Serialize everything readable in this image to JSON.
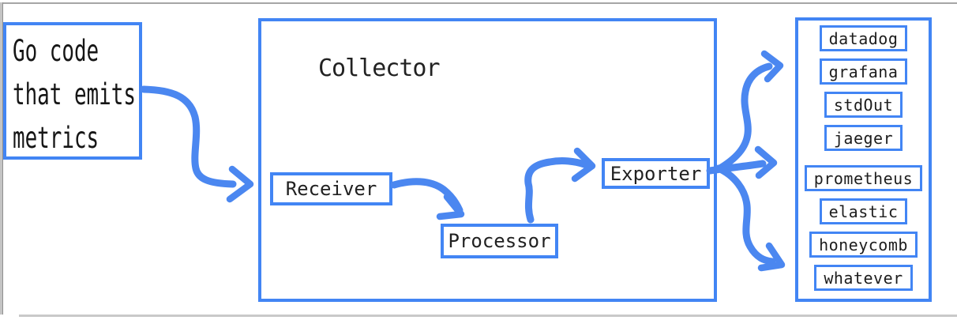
{
  "source_box": {
    "lines": [
      "Go code",
      "that emits",
      "metrics"
    ]
  },
  "collector": {
    "title": "Collector",
    "components": [
      {
        "label": "Receiver"
      },
      {
        "label": "Processor"
      },
      {
        "label": "Exporter"
      }
    ]
  },
  "sinks": [
    "datadog",
    "grafana",
    "stdOut",
    "jaeger",
    "prometheus",
    "elastic",
    "honeycomb",
    "whatever"
  ],
  "arrows": [
    "source-to-collector",
    "receiver-to-processor",
    "processor-to-exporter",
    "exporter-to-sinks-top",
    "exporter-to-sinks-middle",
    "exporter-to-sinks-bottom"
  ],
  "colors": {
    "accent": "#4285F4",
    "arrow": "#4b87f0",
    "ink": "#212121",
    "frame": "#bdbdbd"
  }
}
